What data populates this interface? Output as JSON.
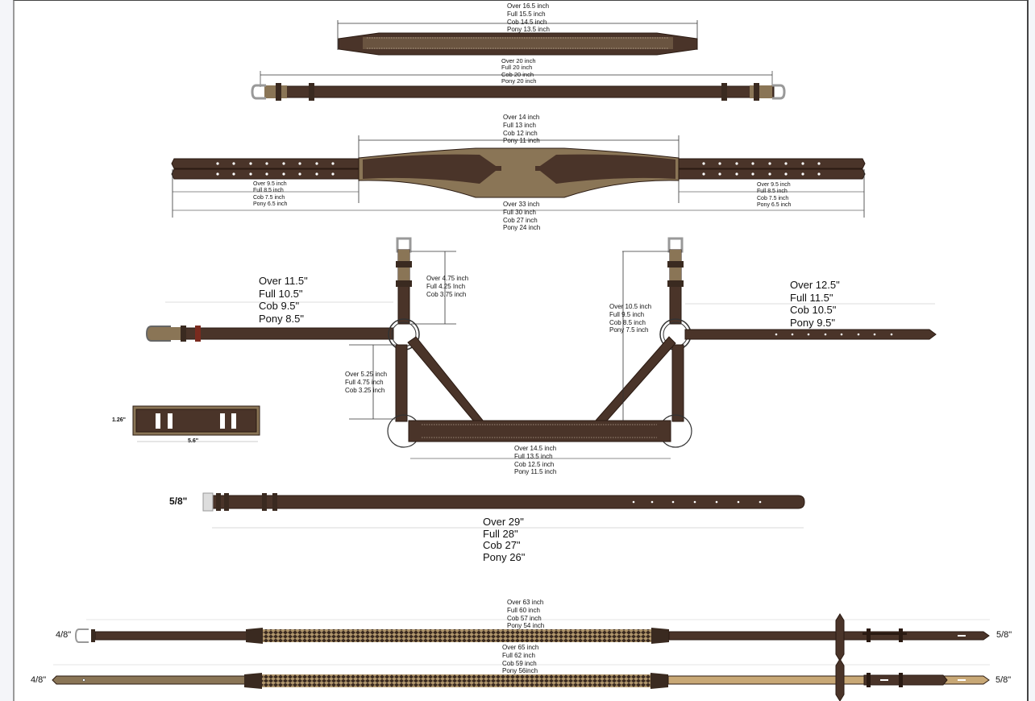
{
  "title": "Bridle component size chart",
  "colors": {
    "leather_dark": "#4a3429",
    "leather_light": "#8a7556",
    "leather_tan": "#c8a876",
    "buckle": "#d8d8d8",
    "stitch": "#e8dcc8",
    "keeper_red": "#7a2a1e",
    "dimension_line": "#333333"
  },
  "components": {
    "browband": {
      "name": "browband",
      "sizes": [
        "Over 16.5 inch",
        "Full 15.5 inch",
        "Cob 14.5 inch",
        "Pony 13.5 inch"
      ]
    },
    "throatlatch_strap": {
      "name": "strap with buckles both ends",
      "sizes": [
        "Over 20 inch",
        "Full 20 inch",
        "Cob 20 inch",
        "Pony 20 inch"
      ]
    },
    "noseband": {
      "name": "padded noseband",
      "center_sizes": [
        "Over 14 inch",
        "Full 13 inch",
        "Cob 12 inch",
        "Pony 11 inch"
      ],
      "left_end_sizes": [
        "Over 9.5 inch",
        "Full 8.5 inch",
        "Cob 7.5 inch",
        "Pony 6.5 inch"
      ],
      "right_end_sizes": [
        "Over 9.5 inch",
        "Full 8.5 inch",
        "Cob 7.5 inch",
        "Pony 6.5 inch"
      ],
      "total_sizes": [
        "Over 33 inch",
        "Full 30 inch",
        "Cob 27 inch",
        "Pony 24 inch"
      ]
    },
    "left_buckle_strap": {
      "sizes": [
        "Over 11.5\"",
        "Full 10.5\"",
        "Cob 9.5\"",
        "Pony 8.5\""
      ]
    },
    "right_point_strap": {
      "sizes": [
        "Over 12.5\"",
        "Full 11.5\"",
        "Cob 10.5\"",
        "Pony 9.5\""
      ]
    },
    "left_cheek_upper": {
      "sizes": [
        "Over 4.75 inch",
        "Full 4.25 Inch",
        "Cob 3.75 inch"
      ]
    },
    "left_cheek_lower": {
      "sizes": [
        "Over 5.25 inch",
        "Full 4.75 inch",
        "Cob 3.25 inch"
      ]
    },
    "right_cheek": {
      "sizes": [
        "Over 10.5 inch",
        "Full 9.5 inch",
        "Cob 8.5 inch",
        "Pony 7.5 inch"
      ]
    },
    "chin_bar": {
      "sizes": [
        "Over 14.5 inch",
        "Full 13.5 inch",
        "Cob 12.5 inch",
        "Pony 11.5 inch"
      ]
    },
    "keeper_plate": {
      "height_label": "1.26\"",
      "width_label": "5.6\""
    },
    "strap_5_8": {
      "width_label": "5/8\"",
      "sizes": [
        "Over 29\"",
        "Full 28\"",
        "Cob 27\"",
        "Pony 26\""
      ]
    },
    "rein_top": {
      "left_width_label": "4/8\"",
      "right_width_label": "5/8\"",
      "sizes": [
        "Over 63 inch",
        "Full 60 inch",
        "Cob 57 inch",
        "Pony 54 inch"
      ]
    },
    "rein_bottom": {
      "left_width_label": "4/8\"",
      "right_width_label": "5/8\"",
      "sizes": [
        "Over 65 inch",
        "Full 62 inch",
        "Cob 59 inch",
        "Pony 56inch"
      ]
    }
  }
}
